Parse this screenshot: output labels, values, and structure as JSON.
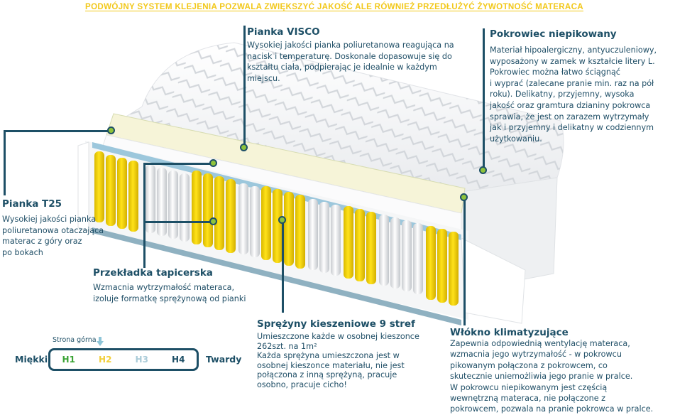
{
  "headline": "PODWÓJNY SYSTEM KLEJENIA POZWALA ZWIĘKSZYĆ JAKOŚĆ ALE RÓWNIEŻ PRZEDŁUŻYĆ ŻYWOTNOŚĆ MATERACA",
  "callouts": {
    "visco": {
      "title": "Pianka VISCO",
      "lines": [
        "Wysokiej jakości pianka poliuretanowa reagująca na",
        "nacisk i temperaturę. Doskonale dopasowuje się do",
        "kształtu ciała, podpierając je idealnie w każdym",
        "miejscu."
      ]
    },
    "cover": {
      "title": "Pokrowiec niepikowany",
      "lines": [
        "Materiał hipoalergiczny, antyuczuleniowy,",
        "wyposażony w zamek w kształcie litery L.",
        "Pokrowiec można łatwo ściągnąć",
        "i wyprać (zalecane pranie min. raz na pół",
        "roku). Delikatny, przyjemny, wysoka",
        "jakość oraz gramtura dzianiny pokrowca",
        "sprawia, że jest on zarazem wytrzymały",
        "jak i przyjemny i delikatny w codziennym",
        "użytkowaniu."
      ]
    },
    "t25": {
      "title": "Pianka T25",
      "lines": [
        "Wysokiej jakości pianka",
        "poliuretanowa otaczająca",
        "materac z góry oraz",
        "po bokach"
      ]
    },
    "felt": {
      "title": "Przekładka tapicerska",
      "lines": [
        "Wzmacnia wytrzymałość materaca,",
        "izoluje formatkę sprężynową od pianki"
      ]
    },
    "springs": {
      "title": "Sprężyny kieszeniowe 9 stref",
      "lines": [
        "Umieszczone każde w osobnej kieszonce",
        "262szt. na 1m²",
        "Każda sprężyna umieszczona jest w",
        "osobnej kieszonce materiału, nie jest",
        "połączona z inną sprężyną, pracuje",
        "osobno, pracuje cicho!"
      ]
    },
    "fiber": {
      "title": "Włókno klimatyzujące",
      "lines": [
        "Zapewnia odpowiednią wentylację materaca,",
        "wzmacnia jego wytrzymałość - w pokrowcu",
        "pikowanym połączona z pokrowcem, co",
        "skutecznie uniemożliwia jego pranie w pralce.",
        "W pokrowcu niepikowanym jest częścią",
        "wewnętrzną materaca, nie połączone z",
        "pokrowcem, pozwala na pranie pokrowca w pralce."
      ]
    }
  },
  "firmness": {
    "top_side_label": "Strona górna",
    "soft_label": "Miękki",
    "hard_label": "Twardy",
    "levels": [
      {
        "label": "H1",
        "color": "#3aa335"
      },
      {
        "label": "H2",
        "color": "#f2cf3a"
      },
      {
        "label": "H3",
        "color": "#a9cbd8"
      },
      {
        "label": "H4",
        "color": "#1d4f66"
      }
    ],
    "arrow_icon": "arrow-down-icon"
  },
  "colors": {
    "accent_dark": "#1d4f66",
    "headline_yellow": "#f2c81a",
    "dot_green": "#8ec33b",
    "spring_yellow": "#f5d80f",
    "spring_white": "#e9ecef"
  }
}
